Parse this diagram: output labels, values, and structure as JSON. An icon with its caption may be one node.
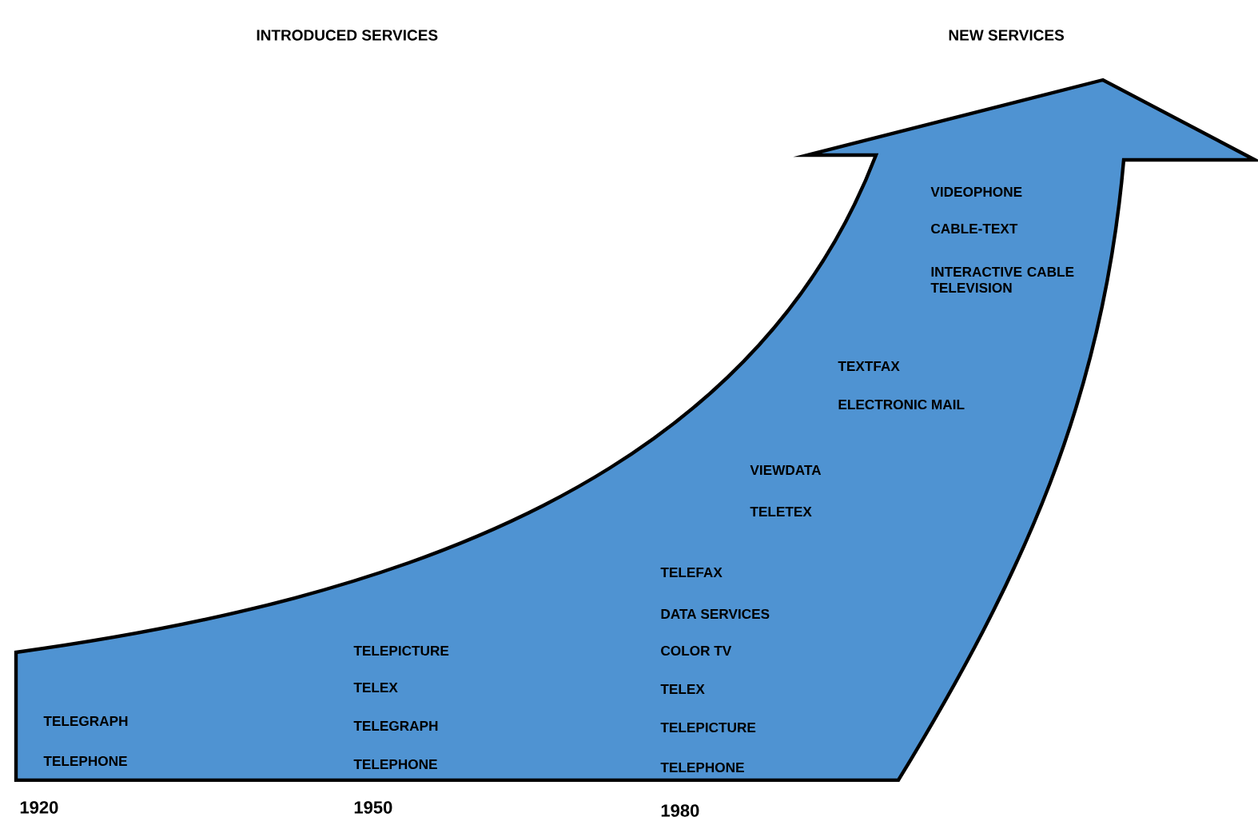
{
  "diagram": {
    "labels": [
      "INTRODUCED SERVICES",
      "NEW SERVICES",
      "VIDEOPHONE",
      "CABLE-TEXT",
      "INTERACTIVE CABLE TELEVISION",
      "TEXTFAX",
      "ELECTRONIC MAIL",
      "VIEWDATA",
      "TELETEX",
      "TELEFAX",
      "DATA SERVICES",
      "COLOR TV",
      "TELEX",
      "TELEPICTURE",
      "TELEPHONE",
      "TELEPICTURE",
      "TELEX",
      "TELEGRAPH",
      "TELEPHONE",
      "TELEGRAPH",
      "TELEPHONE",
      "1920",
      "1950",
      "1980"
    ]
  }
}
